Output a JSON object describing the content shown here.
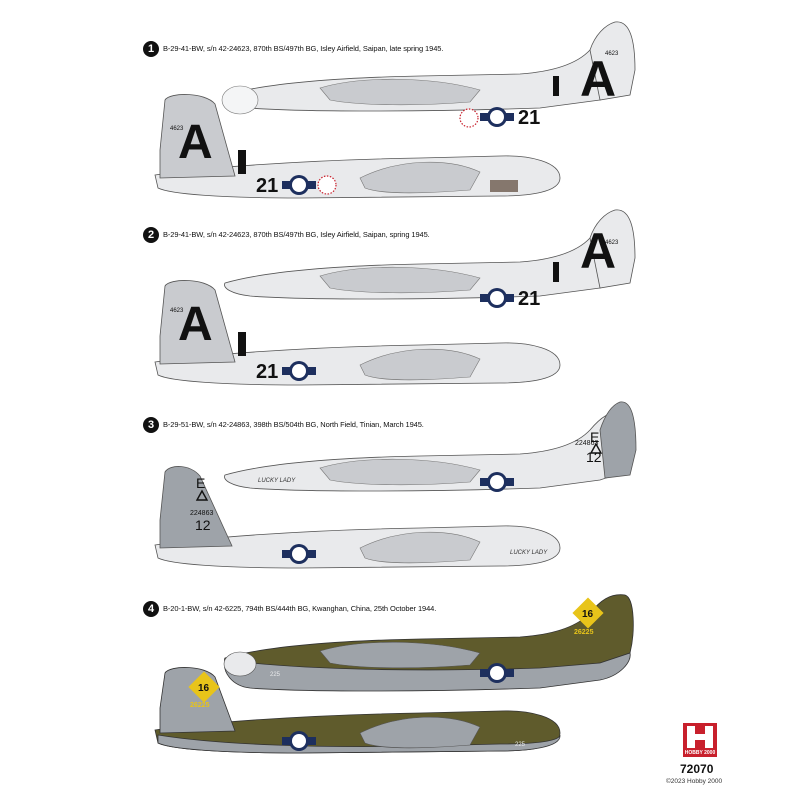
{
  "schemes": [
    {
      "number": "1",
      "caption": "B-29-41-BW, s/n 42-24623, 870th BS/497th BG, Isley Airfield, Saipan, late spring 1945.",
      "tail_letter": "A",
      "tail_serial": "4623",
      "nose_number": "21"
    },
    {
      "number": "2",
      "caption": "B-29-41-BW, s/n 42-24623, 870th BS/497th BG, Isley Airfield, Saipan, spring 1945.",
      "tail_letter": "A",
      "tail_serial": "4623",
      "nose_number": "21"
    },
    {
      "number": "3",
      "caption": "B-29-51-BW, s/n 42-24863, 398th BS/504th BG, North Field, Tinian, March 1945.",
      "tail_letter": "E",
      "tail_serial": "224863",
      "nose_number": "12",
      "nose_art": "LUCKY LADY"
    },
    {
      "number": "4",
      "caption": "B-20-1-BW, s/n 42-6225, 794th BS/444th BG, Kwanghan, China, 25th October 1944.",
      "tail_number": "16",
      "tail_serial": "26225",
      "nose_code": "225"
    }
  ],
  "colors": {
    "aluminium": "#e9eaec",
    "panel": "#c9cbcf",
    "olive": "#5f5b2c",
    "grey": "#9ea3a9",
    "black": "#111111",
    "yellow": "#e8c41a",
    "brand_red": "#c8202c",
    "insignia_blue": "#1d2f5e"
  },
  "footer": {
    "product_code": "72070",
    "copyright": "©2023 Hobby 2000",
    "logo_text": "HOBBY 2000"
  }
}
